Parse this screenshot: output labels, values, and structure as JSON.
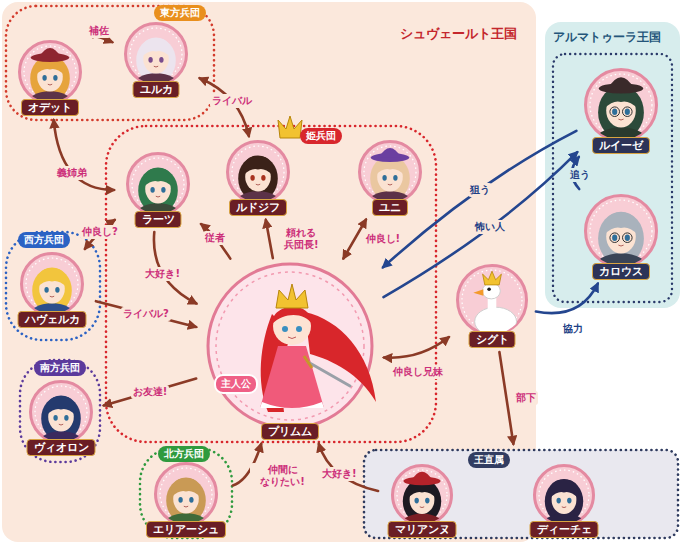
{
  "diagram": {
    "nodes": [
      {
        "text": [
          "シュヴェールト王国"
        ]
      },
      {
        "text": [
          "東方兵団"
        ],
        "in": 0
      },
      {
        "text": [
          "オデット"
        ],
        "in": 1
      },
      {
        "text": [
          "ユルカ"
        ],
        "in": 1
      },
      {
        "text": [
          "姫兵団"
        ],
        "in": 0
      },
      {
        "text": [
          "ルドジフ"
        ],
        "in": 4
      },
      {
        "text": [
          "ユニ"
        ],
        "in": 4
      },
      {
        "text": [
          "ラーツ"
        ],
        "in": 4
      },
      {
        "text": [
          "プリムム",
          "主人公"
        ],
        "in": 4
      },
      {
        "text": [
          "西方兵団"
        ],
        "in": 0
      },
      {
        "text": [
          "ハヴェルカ"
        ],
        "in": 9
      },
      {
        "text": [
          "南方兵団"
        ],
        "in": 0
      },
      {
        "text": [
          "ヴィオロン"
        ],
        "in": 11
      },
      {
        "text": [
          "北方兵団"
        ],
        "in": 0
      },
      {
        "text": [
          "エリアーシュ"
        ],
        "in": 13
      },
      {
        "text": [
          "シグト"
        ],
        "in": 0
      },
      {
        "text": [
          "王直属"
        ]
      },
      {
        "text": [
          "マリアンヌ"
        ],
        "in": 16
      },
      {
        "text": [
          "ディーチェ"
        ],
        "in": 16
      },
      {
        "text": [
          "アルマトゥーラ王国"
        ]
      },
      {
        "text": [
          "ルイーゼ"
        ],
        "in": 19
      },
      {
        "text": [
          "カロウス"
        ],
        "in": 19
      }
    ],
    "edges": [
      {
        "from": 2,
        "to": 3,
        "label": "補佐",
        "arrow": "to"
      },
      {
        "from": 3,
        "to": 5,
        "label": "ライバル",
        "arrow": "both"
      },
      {
        "from": 2,
        "to": 7,
        "label": "義姉弟",
        "arrow": "both"
      },
      {
        "from": 7,
        "to": 10,
        "label": "仲良し?",
        "arrow": "both"
      },
      {
        "from": 8,
        "to": 7,
        "label": "従者",
        "arrow": "to"
      },
      {
        "from": 7,
        "to": 8,
        "label": "大好き!",
        "arrow": "to"
      },
      {
        "from": 8,
        "to": 5,
        "label": "頼れる 兵団長!",
        "arrow": "to"
      },
      {
        "from": 6,
        "to": 8,
        "label": "仲良し!",
        "arrow": "both"
      },
      {
        "from": 10,
        "to": 8,
        "label": "ライバル?",
        "arrow": "to"
      },
      {
        "from": 8,
        "to": 12,
        "label": "お友達!",
        "arrow": "to"
      },
      {
        "from": 14,
        "to": 8,
        "label": "仲間に なりたい!",
        "arrow": "to"
      },
      {
        "from": 17,
        "to": 8,
        "label": "大好き!",
        "arrow": "to"
      },
      {
        "from": 15,
        "to": 8,
        "label": "仲良し兄妹",
        "arrow": "both"
      },
      {
        "from": 15,
        "to": 16,
        "label": "部下",
        "arrow": "to"
      },
      {
        "from": 15,
        "to": 21,
        "label": "協力",
        "arrow": "to"
      },
      {
        "from": 20,
        "to": 8,
        "label": "狙う",
        "arrow": "to"
      },
      {
        "from": 8,
        "to": 20,
        "label": "怖い人",
        "arrow": "to"
      },
      {
        "from": 21,
        "to": 20,
        "label": "追う",
        "arrow": "to"
      }
    ]
  }
}
